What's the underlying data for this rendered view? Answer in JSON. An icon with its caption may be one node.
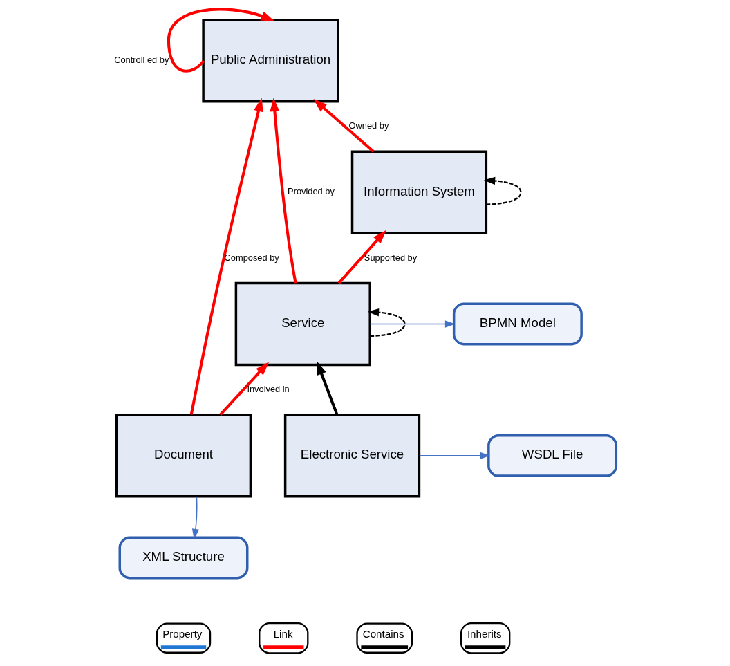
{
  "diagram": {
    "nodes": [
      {
        "text": [
          "Public Administration"
        ]
      },
      {
        "text": [
          "Information System"
        ]
      },
      {
        "text": [
          "Service"
        ]
      },
      {
        "text": [
          "Document"
        ]
      },
      {
        "text": [
          "BPMN Model"
        ]
      },
      {
        "text": [
          "Electronic Service"
        ]
      },
      {
        "text": [
          "WSDL File"
        ]
      },
      {
        "text": [
          "XML Structure"
        ]
      }
    ],
    "edges": [
      {
        "from": 0,
        "to": 0,
        "arrow": "to",
        "label": "Controll ed by"
      },
      {
        "from": 1,
        "to": 0,
        "arrow": "to",
        "label": "Owned by"
      },
      {
        "from": 3,
        "to": 0,
        "arrow": "to",
        "label": "Composed by"
      },
      {
        "from": 2,
        "to": 0,
        "arrow": "to",
        "label": "Provided by"
      },
      {
        "from": 1,
        "to": 1,
        "arrow": "to",
        "style": "dashed",
        "color": "#000000"
      },
      {
        "from": 2,
        "to": 2,
        "arrow": "to",
        "style": "dashed",
        "color": "#000000"
      },
      {
        "from": 2,
        "to": 1,
        "arrow": "to",
        "label": "Supported by"
      },
      {
        "from": 3,
        "to": 2,
        "arrow": "to",
        "label": "Involved in"
      },
      {
        "from": 5,
        "to": 2,
        "arrow": "to",
        "color": "#000000"
      },
      {
        "from": 2,
        "to": 4,
        "arrow": "to",
        "color": "#4472c4"
      },
      {
        "from": 5,
        "to": 6,
        "arrow": "to",
        "color": "#4472c4"
      },
      {
        "from": 3,
        "to": 7,
        "arrow": "to",
        "color": "#4472c4"
      }
    ],
    "legend": [
      {
        "text": "Property"
      },
      {
        "text": "Link"
      },
      {
        "text": "Contains"
      },
      {
        "text": "Inherits"
      }
    ]
  }
}
